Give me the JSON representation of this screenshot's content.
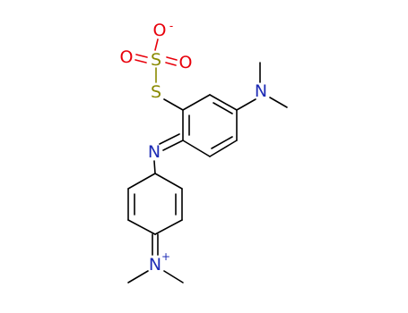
{
  "colors": {
    "bond": "#000000",
    "oxygen": "#e8000b",
    "sulfur": "#8a8a00",
    "nitrogen": "#1d2bb5"
  },
  "atoms": {
    "o_minus": "O",
    "o_left": "O",
    "o_right": "O",
    "s_center": "S",
    "s_bridge": "S",
    "n_dimethyl": "N",
    "n_imine": "N",
    "n_cation": "N"
  },
  "charges": {
    "o_minus": "-",
    "n_cation": "+"
  }
}
